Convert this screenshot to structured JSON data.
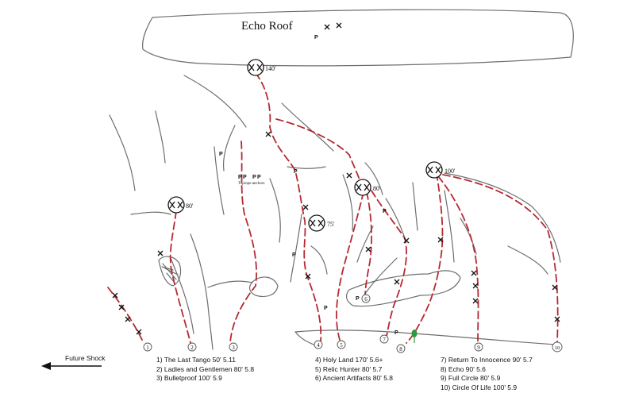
{
  "wall": {
    "title": "Echo Roof",
    "toprope_note": "Toprope anchors",
    "anchor_heights": [
      "140'",
      "80'",
      "75'",
      "80'",
      "100'"
    ],
    "piton_label": "P",
    "start_markers": [
      "1",
      "2",
      "3",
      "4",
      "5",
      "6",
      "7",
      "8",
      "9",
      "10"
    ]
  },
  "directions": {
    "future_shock": "Future Shock"
  },
  "legend": {
    "col1": [
      "1) The Last Tango 50' 5.11",
      "2) Ladies and Gentlemen 80'  5.8",
      "3) Bulletproof 100' 5.9"
    ],
    "col2": [
      "4) Holy Land 170' 5.6+",
      "5) Relic Hunter 80' 5.7",
      "6) Ancient Artifacts 80' 5.8"
    ],
    "col3": [
      "7) Return To Innocence 90' 5.7",
      "8) Echo 90' 5.6",
      "9) Full Circle 80' 5.9",
      "10) Circle Of Life 100' 5.9"
    ]
  },
  "colors": {
    "route": "#b52a33",
    "rock_line": "#6e6e6e",
    "tree": "#2e9a3c"
  }
}
